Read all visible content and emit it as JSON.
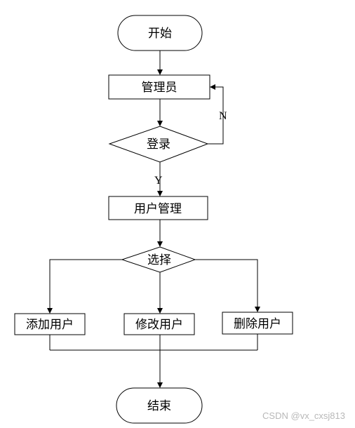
{
  "diagram": {
    "nodes": {
      "start": "开始",
      "admin": "管理员",
      "login": "登录",
      "user_mgmt": "用户管理",
      "choose": "选择",
      "add_user": "添加用户",
      "edit_user": "修改用户",
      "delete_user": "删除用户",
      "end": "结束"
    },
    "edges": {
      "login_no": "N",
      "login_yes": "Y"
    }
  },
  "watermark": "CSDN @vx_cxsj813"
}
